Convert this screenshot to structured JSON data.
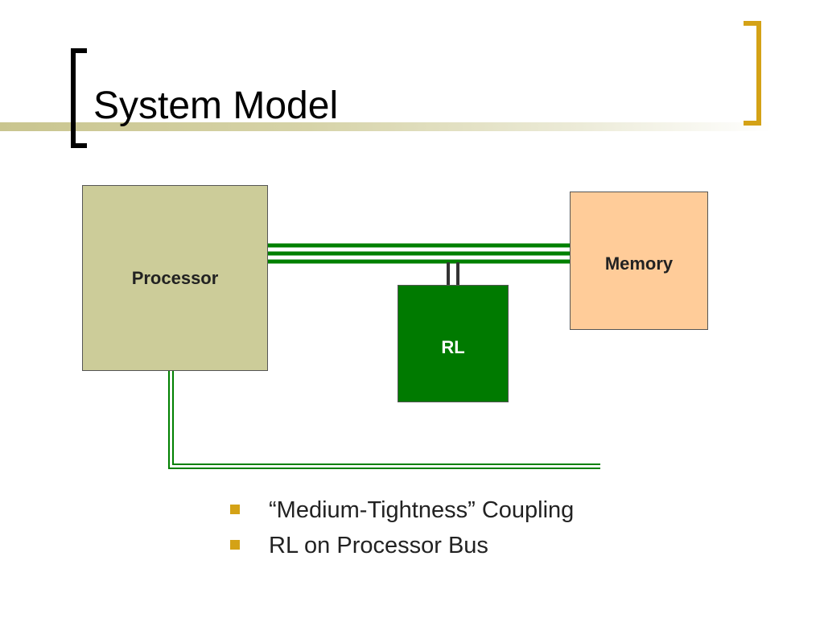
{
  "slide": {
    "title": "System Model"
  },
  "diagram": {
    "processor_label": "Processor",
    "memory_label": "Memory",
    "rl_label": "RL"
  },
  "bullets": [
    {
      "text": "“Medium-Tightness” Coupling"
    },
    {
      "text": "RL on Processor Bus"
    }
  ],
  "colors": {
    "processor": "#cccc99",
    "memory": "#ffcc99",
    "rl": "#007a00",
    "bus": "#008000",
    "accent": "#d4a216"
  }
}
